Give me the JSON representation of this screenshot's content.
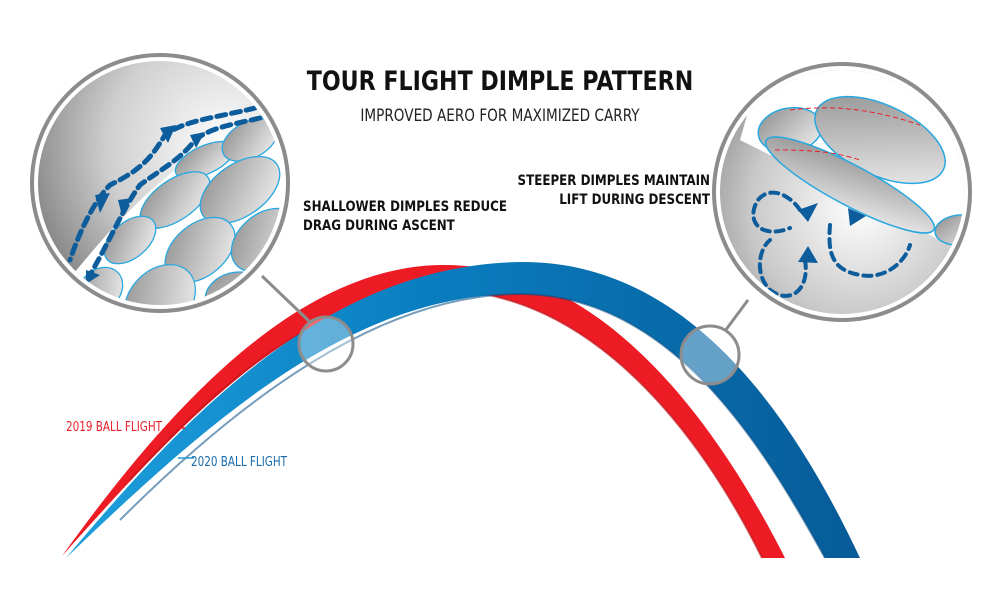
{
  "header": {
    "title": "TOUR FLIGHT DIMPLE PATTERN",
    "subtitle": "IMPROVED AERO FOR MAXIMIZED CARRY"
  },
  "callouts": {
    "ascent": {
      "line1": "SHALLOWER DIMPLES REDUCE",
      "line2": "DRAG DURING ASCENT"
    },
    "descent": {
      "line1": "STEEPER DIMPLES MAINTAIN",
      "line2": "LIFT DURING DESCENT"
    }
  },
  "legend": {
    "flight_2019": "2019 BALL FLIGHT",
    "flight_2020": "2020 BALL FLIGHT"
  },
  "colors": {
    "flight_2019": "#ed1c24",
    "flight_2020": "#0a6aa8",
    "flight_2020_light": "#1a9ad6",
    "magnifier_ring": "#8a8a8a",
    "dimple_outline": "#29a8e0",
    "airflow_arrow": "#0d5c9c",
    "text": "#111111"
  },
  "magnifiers": [
    {
      "name": "ascent-magnifier",
      "description": "shallow dimples with smooth airflow"
    },
    {
      "name": "descent-magnifier",
      "description": "steep dimples with turbulent airflow"
    }
  ]
}
